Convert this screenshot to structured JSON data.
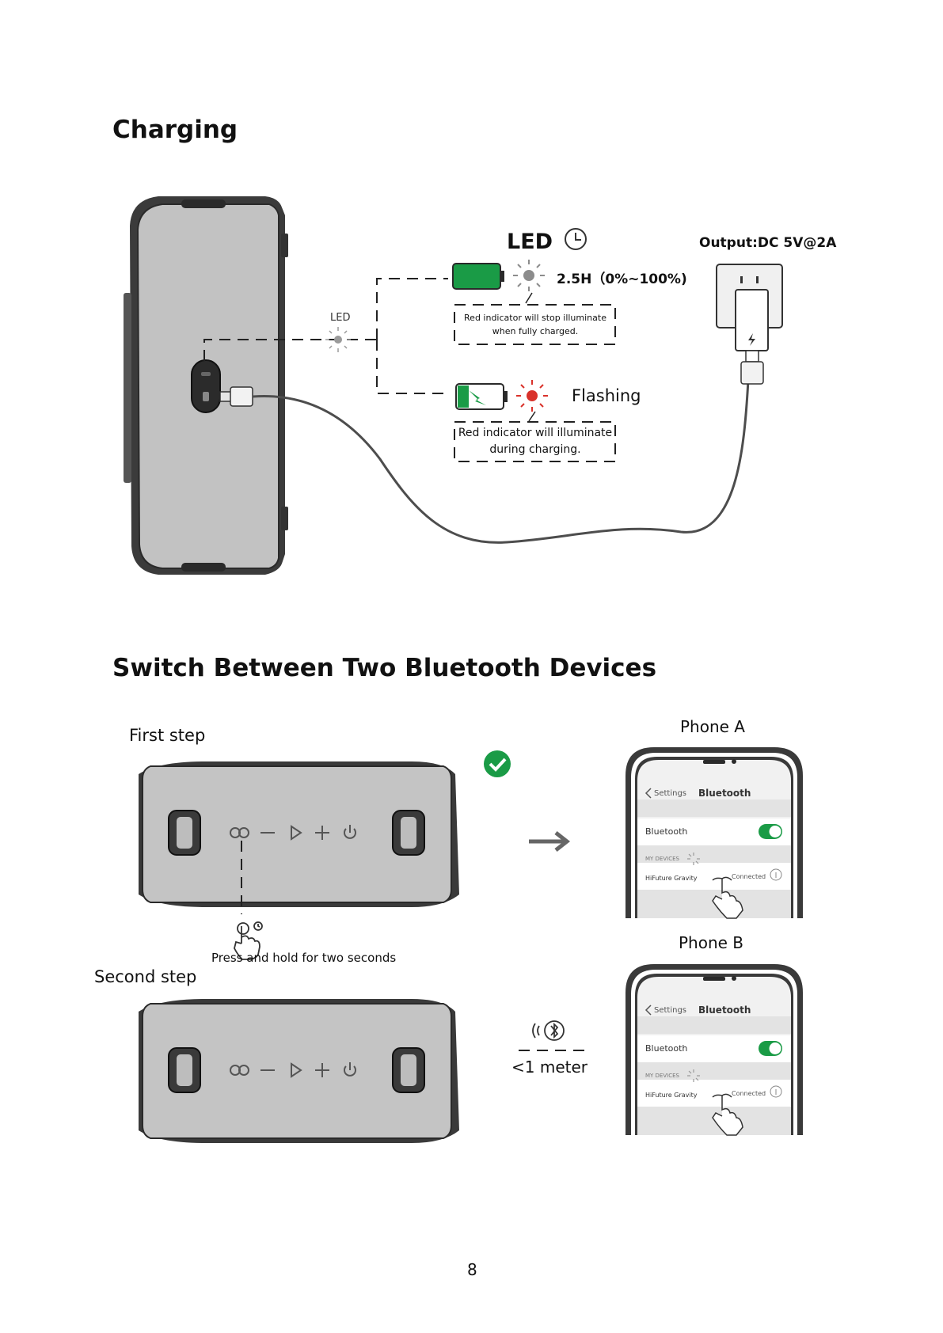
{
  "sections": {
    "charging_title": "Charging",
    "switch_title": "Switch Between Two Bluetooth Devices"
  },
  "charging": {
    "led_heading": "LED",
    "led_label": "LED",
    "output": "Output:DC 5V@2A",
    "full": {
      "time": "2.5H（0%~100%)",
      "note_line1": "Red indicator will stop illuminate",
      "note_line2": "when fully charged."
    },
    "charging_state": {
      "status": "Flashing",
      "note_line1": "Red indicator will illuminate",
      "note_line2": "during charging."
    },
    "colors": {
      "battery_green": "#1a9b46",
      "led_red": "#d9322b",
      "led_grey": "#8c8c8c"
    }
  },
  "switch": {
    "first_step": "First step",
    "second_step": "Second step",
    "press_hold": "Press and hold for two seconds",
    "distance": "<1 meter",
    "phone_a": {
      "title": "Phone A",
      "back": "Settings",
      "screen_title": "Bluetooth",
      "bluetooth_label": "Bluetooth",
      "section": "MY DEVICES",
      "device": "HiFuture Gravity",
      "status": "Connected"
    },
    "phone_b": {
      "title": "Phone B",
      "back": "Settings",
      "screen_title": "Bluetooth",
      "bluetooth_label": "Bluetooth",
      "section": "MY DEVICES",
      "device": "HiFuture Gravity",
      "status": "Connected"
    },
    "colors": {
      "toggle_green": "#1a9b46",
      "check_green": "#1a9b46"
    }
  },
  "page_number": "8"
}
